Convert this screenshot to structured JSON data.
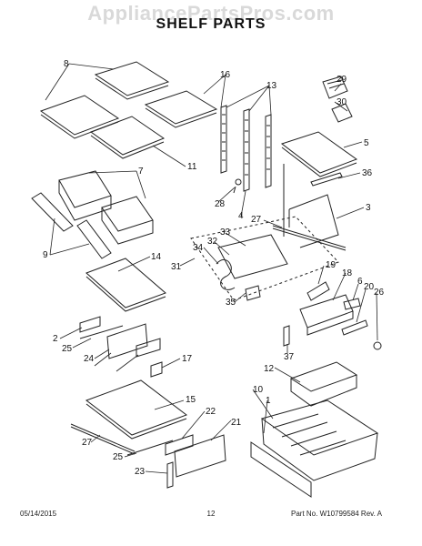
{
  "watermark": "AppliancePartsPros.com",
  "title": "SHELF PARTS",
  "footer": {
    "date": "05/14/2015",
    "page": "12",
    "part": "Part No.  W10799584  Rev. A"
  },
  "callouts": [
    "8",
    "16",
    "13",
    "29",
    "30",
    "5",
    "36",
    "3",
    "11",
    "7",
    "28",
    "4",
    "27",
    "9",
    "14",
    "34",
    "32",
    "33",
    "31",
    "19",
    "6",
    "20",
    "18",
    "26",
    "35",
    "2",
    "25",
    "24",
    "17",
    "37",
    "12",
    "15",
    "22",
    "21",
    "27",
    "10",
    "1",
    "25",
    "23"
  ]
}
